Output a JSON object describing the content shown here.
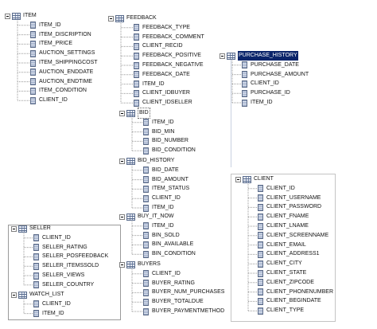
{
  "colors": {
    "selection_bg": "#0a246a",
    "selection_fg": "#ffffff",
    "tree_line": "#9a9a9a"
  },
  "icons": {
    "table": "table-grid-icon",
    "column": "column-icon",
    "expander": "collapse-minus-icon"
  },
  "tables": {
    "item": {
      "name": "ITEM",
      "columns": [
        "ITEM_ID",
        "ITEM_DISCRIPTION",
        "ITEM_PRICE",
        "AUCTION_SETTINGS",
        "ITEM_SHIPPINGCOST",
        "AUCTION_ENDDATE",
        "AUCTION_ENDTIME",
        "ITEM_CONDITION",
        "CLIENT_ID"
      ]
    },
    "feedback": {
      "name": "FEEDBACK",
      "columns": [
        "FEEDBACK_TYPE",
        "FEEDBACK_COMMENT",
        "CLIENT_RECID",
        "FEEDBACK_POSITIVE",
        "FEEDBACK_NEGATIVE",
        "FEEDBACK_DATE",
        "ITEM_ID",
        "CLIENT_IDBUYER",
        "CLIENT_IDSELLER"
      ]
    },
    "purchase_history": {
      "name": "PURCHASE_HISTORY",
      "columns": [
        "PURCHASE_DATE",
        "PURCHASE_AMOUNT",
        "CLIENT_ID",
        "PURCHASE_ID",
        "ITEM_ID"
      ]
    },
    "bid": {
      "name": "BID",
      "columns": [
        "ITEM_ID",
        "BID_MIN",
        "BID_NUMBER",
        "BID_CONDITION"
      ]
    },
    "bid_history": {
      "name": "BID_HISTORY",
      "columns": [
        "BID_DATE",
        "BID_AMOUNT",
        "ITEM_STATUS",
        "CLIENT_ID",
        "ITEM_ID"
      ]
    },
    "buy_it_now": {
      "name": "BUY_IT_NOW",
      "columns": [
        "ITEM_ID",
        "BIN_SOLD",
        "BIN_AVAILABLE",
        "BIN_CONDITION"
      ]
    },
    "buyers": {
      "name": "BUYERS",
      "columns": [
        "CLIENT_ID",
        "BUYER_RATING",
        "BUYER_NUM_PURCHASES",
        "BUYER_TOTALDUE",
        "BUYER_PAYMENTMETHOD"
      ]
    },
    "client": {
      "name": "CLIENT",
      "columns": [
        "CLIENT_ID",
        "CLIENT_USERNAME",
        "CLIENT_PASSWORD",
        "CLIENT_FNAME",
        "CLIENT_LNAME",
        "CLIENT_SCREENNAME",
        "CLIENT_EMAIL",
        "CLIENT_ADDRESS1",
        "CLIENT_CITY",
        "CLIENT_STATE",
        "CLIENT_ZIPCODE",
        "CLIENT_PHONENUMBER",
        "CLIENT_BEGINDATE",
        "CLIENT_TYPE"
      ]
    },
    "seller": {
      "name": "SELLER",
      "columns": [
        "CLIENT_ID",
        "SELLER_RATING",
        "SELLER_POSFEEDBACK",
        "SELLER_ITEMSSOLD",
        "SELLER_VIEWS",
        "SELLER_COUNTRY"
      ]
    },
    "watch_list": {
      "name": "WATCH_LIST",
      "columns": [
        "CLIENT_ID",
        "ITEM_ID"
      ]
    }
  }
}
